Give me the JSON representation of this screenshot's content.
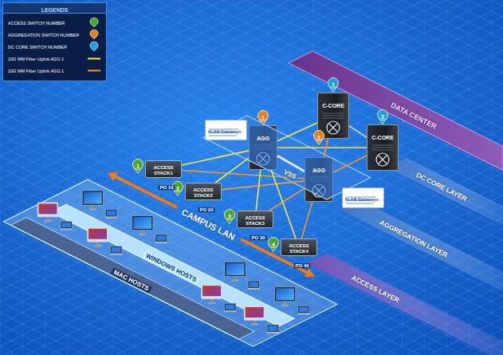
{
  "diagram": {
    "nodes": [
      {
        "text": [
          "DATA CENTER"
        ]
      },
      {
        "text": [
          "DC CORE LAYER"
        ]
      },
      {
        "text": [
          "AGGREGATION LAYER"
        ]
      },
      {
        "text": [
          "ACCESS LAYER"
        ]
      },
      {
        "text": [
          "CAMPUS LAN"
        ]
      },
      {
        "text": [
          "WINDOWS HOSTS"
        ],
        "in": 4
      },
      {
        "text": [
          "MAC HOSTS"
        ],
        "in": 4
      },
      {
        "text": [
          "VSS"
        ]
      },
      {
        "text": [
          "AGG"
        ],
        "in": 7
      },
      {
        "text": [
          "AGG"
        ],
        "in": 7
      },
      {
        "text": [
          "C-CORE"
        ]
      },
      {
        "text": [
          "C-CORE"
        ]
      },
      {
        "text": [
          "ACCESS STACK1"
        ]
      },
      {
        "text": [
          "ACCESS STACK2"
        ]
      },
      {
        "text": [
          "ACCESS STACK3"
        ]
      },
      {
        "text": [
          "ACCESS STACK4"
        ]
      },
      {
        "text": [
          "VLAN Gateways"
        ]
      },
      {
        "text": [
          "VLAN Gateways"
        ]
      }
    ],
    "edges": [
      {
        "from": 12,
        "to": 8,
        "arrow": "none"
      },
      {
        "from": 12,
        "to": 9,
        "arrow": "none"
      },
      {
        "from": 13,
        "to": 8,
        "arrow": "none"
      },
      {
        "from": 13,
        "to": 9,
        "arrow": "none"
      },
      {
        "from": 14,
        "to": 8,
        "arrow": "none"
      },
      {
        "from": 14,
        "to": 9,
        "arrow": "none"
      },
      {
        "from": 15,
        "to": 8,
        "arrow": "none"
      },
      {
        "from": 15,
        "to": 9,
        "arrow": "none"
      },
      {
        "from": 8,
        "to": 9,
        "arrow": "none"
      },
      {
        "from": 8,
        "to": 10,
        "arrow": "none"
      },
      {
        "from": 8,
        "to": 11,
        "arrow": "none"
      },
      {
        "from": 9,
        "to": 10,
        "arrow": "none"
      },
      {
        "from": 9,
        "to": 11,
        "arrow": "none"
      },
      {
        "from": 10,
        "to": 11,
        "arrow": "none"
      }
    ],
    "labels": [
      "1",
      "2",
      "3",
      "4",
      "1",
      "2",
      "1",
      "2",
      "PO 10",
      "PO 20",
      "PO 30",
      "PO 40",
      "LEGENDS"
    ],
    "legend": [
      {
        "text": "ACCESS SWITCH NUMBER",
        "color": "#4fa52a"
      },
      {
        "text": "AGGREGATION SWITCH NUMBER",
        "color": "#e97f1c"
      },
      {
        "text": "DC CORE SWITCH NUMBER",
        "color": "#1f9fe0"
      },
      {
        "text": "10G MM Fiber Uplink AGG 1"
      },
      {
        "text": "10G MM Fiber Uplink AGG 1"
      }
    ]
  }
}
